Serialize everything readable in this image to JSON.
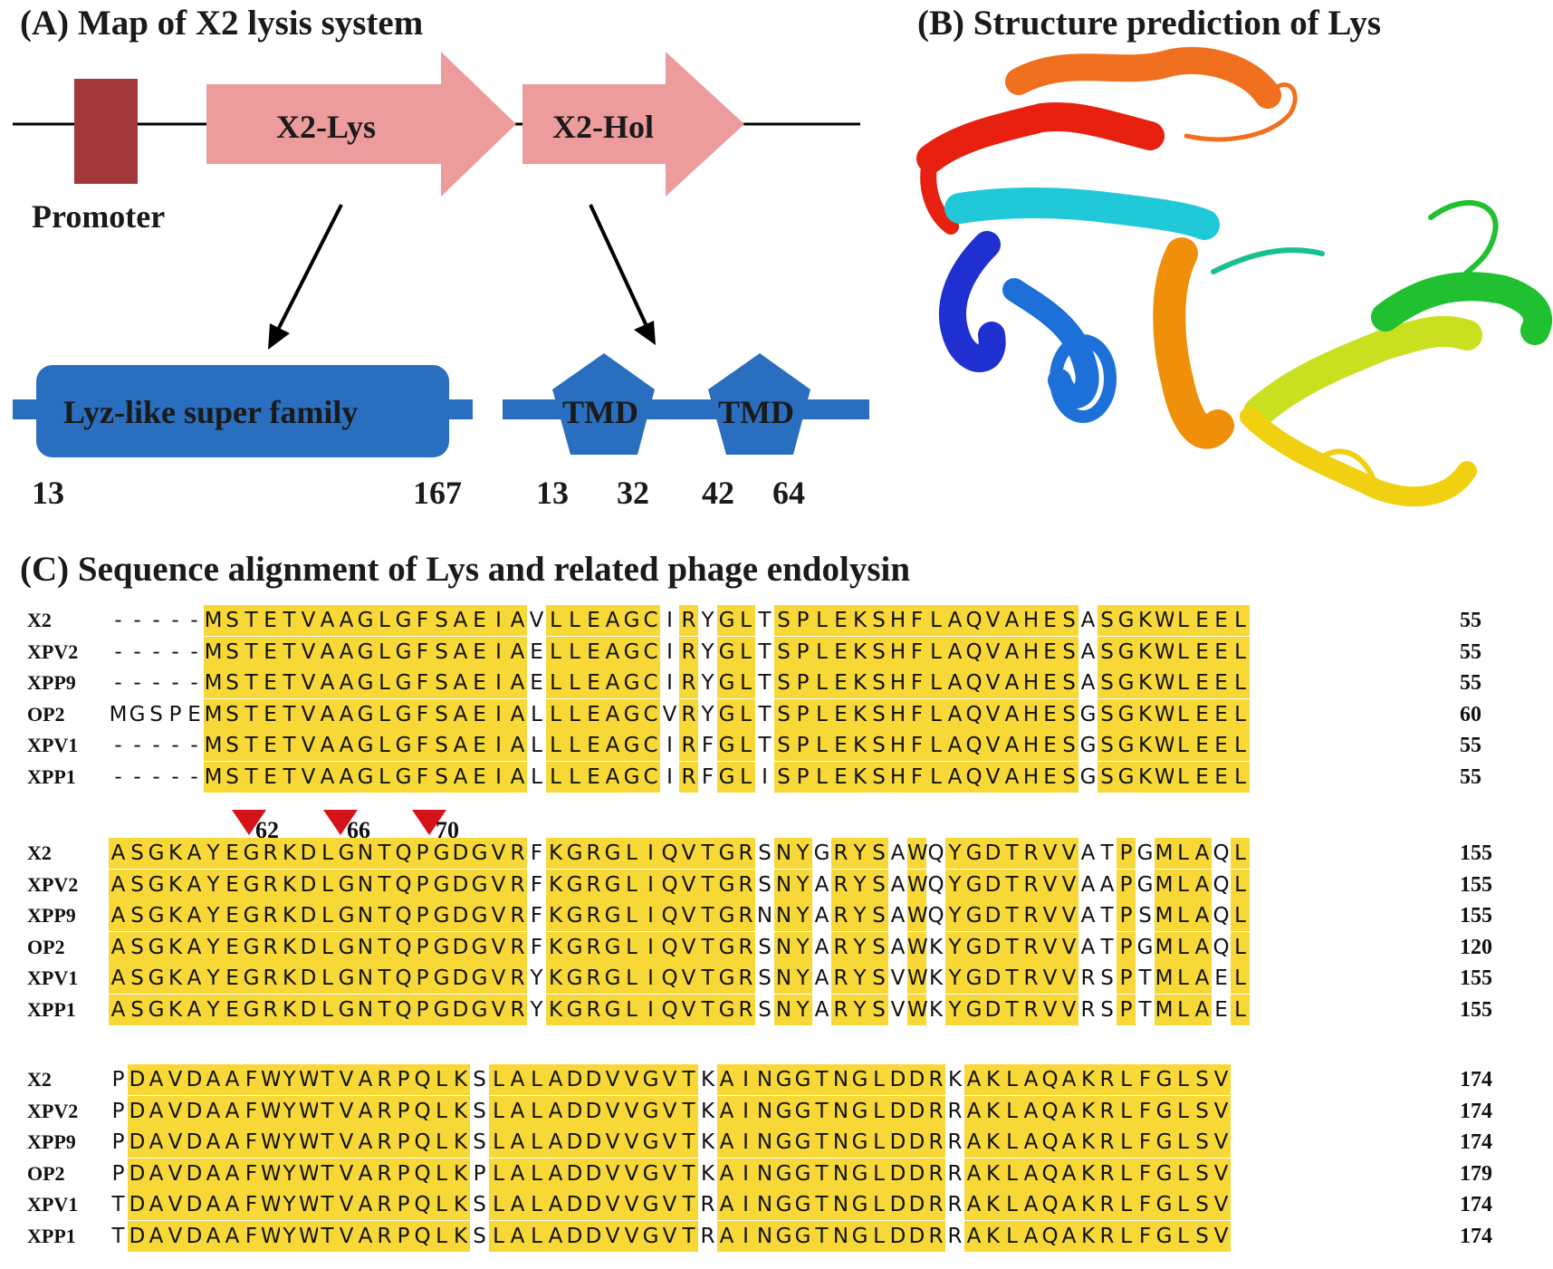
{
  "panelA": {
    "title": "(A) Map of X2 lysis system",
    "promoter_label": "Promoter",
    "gene1_label": "X2-Lys",
    "gene2_label": "X2-Hol",
    "domain_label": "Lyz-like super family",
    "tmd1_label": "TMD",
    "tmd2_label": "TMD",
    "lys_start": "13",
    "lys_end": "167",
    "tmd1_start": "13",
    "tmd1_end": "32",
    "tmd2_start": "42",
    "tmd2_end": "64",
    "colors": {
      "promoter": "#a3383a",
      "gene": "#ec9c9c",
      "domain": "#2a6fbf"
    }
  },
  "panelB": {
    "title": "(B) Structure prediction of Lys"
  },
  "panelC": {
    "title": "(C) Sequence alignment of Lys and related phage endolysin",
    "markers": [
      "62",
      "66",
      "70"
    ],
    "blocks": [
      {
        "rows": [
          {
            "name": "X2",
            "seq": "-----MSTETVAAGLGFSAEIAVLLEAGCIRYGLTSPLEKSHFLAQVAHESASGKWLEEL",
            "end": "55"
          },
          {
            "name": "XPV2",
            "seq": "-----MSTETVAAGLGFSAEIAELLEAGCIRYGLTSPLEKSHFLAQVAHESASGKWLEEL",
            "end": "55"
          },
          {
            "name": "XPP9",
            "seq": "-----MSTETVAAGLGFSAEIAELLEAGCIRYGLTSPLEKSHFLAQVAHESASGKWLEEL",
            "end": "55"
          },
          {
            "name": "OP2",
            "seq": "MGSPEMSTETVAAGLGFSAEIALLLEAGCVRYGLTSPLEKSHFLAQVAHESGSGKWLEEL",
            "end": "60"
          },
          {
            "name": "XPV1",
            "seq": "-----MSTETVAAGLGFSAEIALLLEAGCIRFGLTSPLEKSHFLAQVAHESGSGKWLEEL",
            "end": "55"
          },
          {
            "name": "XPP1",
            "seq": "-----MSTETVAAGLGFSAEIALLLEAGCIRFGLISPLEKSHFLAQVAHESGSGKWLEEL",
            "end": "55"
          }
        ]
      },
      {
        "rows": [
          {
            "name": "X2",
            "seq": "ASGKAYEGRKDLGNTQPGDGVRFKGRGLIQVTGRSNYGRYSAWQYGDTRVVATPGMLAQL",
            "end": "155"
          },
          {
            "name": "XPV2",
            "seq": "ASGKAYEGRKDLGNTQPGDGVRFKGRGLIQVTGRSNYARYSAWQYGDTRVVAAPGMLAQL",
            "end": "155"
          },
          {
            "name": "XPP9",
            "seq": "ASGKAYEGRKDLGNTQPGDGVRFKGRGLIQVTGRNNYARYSAWQYGDTRVVATPSMLAQL",
            "end": "155"
          },
          {
            "name": "OP2",
            "seq": "ASGKAYEGRKDLGNTQPGDGVRFKGRGLIQVTGRSNYARYSAWKYGDTRVVATPGMLAQL",
            "end": "120"
          },
          {
            "name": "XPV1",
            "seq": "ASGKAYEGRKDLGNTQPGDGVRYKGRGLIQVTGRSNYARYSVWKYGDTRVVRSPTMLAEL",
            "end": "155"
          },
          {
            "name": "XPP1",
            "seq": "ASGKAYEGRKDLGNTQPGDGVRYKGRGLIQVTGRSNYARYSVWKYGDTRVVRSPTMLAEL",
            "end": "155"
          }
        ]
      },
      {
        "rows": [
          {
            "name": "X2",
            "seq": "PDAVDAAFWYWTVARPQLKSLALADDVVGVTKAINGGTNGLDDRKAKLAQAKRLFGLSV",
            "end": "174"
          },
          {
            "name": "XPV2",
            "seq": "PDAVDAAFWYWTVARPQLKSLALADDVVGVTKAINGGTNGLDDRRAKLAQAKRLFGLSV",
            "end": "174"
          },
          {
            "name": "XPP9",
            "seq": "PDAVDAAFWYWTVARPQLKSLALADDVVGVTKAINGGTNGLDDRRAKLAQAKRLFGLSV",
            "end": "174"
          },
          {
            "name": "OP2",
            "seq": "PDAVDAAFWYWTVARPQLKPLALADDVVGVTKAINGGTNGLDDRRAKLAQAKRLFGLSV",
            "end": "179"
          },
          {
            "name": "XPV1",
            "seq": "TDAVDAAFWYWTVARPQLKSLALADDVVGVTRAINGGTNGLDDRRAKLAQAKRLFGLSV",
            "end": "174"
          },
          {
            "name": "XPP1",
            "seq": "TDAVDAAFWYWTVARPQLKSLALADDVVGVTRAINGGTNGLDDRRAKLAQAKRLFGLSV",
            "end": "174"
          }
        ]
      }
    ],
    "highlight_color": "#f7d836"
  }
}
